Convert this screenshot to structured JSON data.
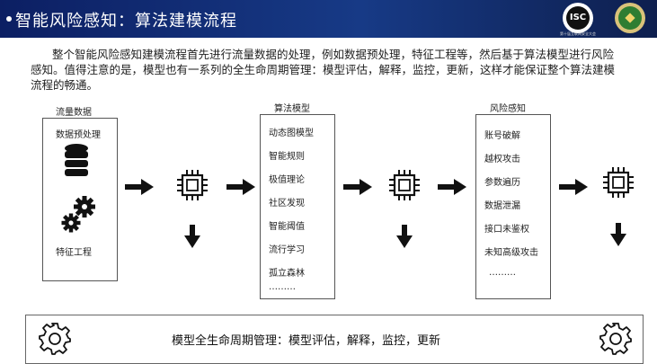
{
  "header": {
    "title": "智能风险感知：算法建模流程",
    "logo_isc_label": "ISC",
    "logo_isc_caption": "第十届互联网安全大会"
  },
  "description": "整个智能风险感知建模流程首先进行流量数据的处理，例如数据预处理，特征工程等，然后基于算法模型进行风险感知。值得注意的是，模型也有一系列的全生命周期管理：模型评估，解释，监控，更新，这样才能保证整个算法建模流程的畅通。",
  "traffic_data": {
    "title": "流量数据",
    "items": [
      "数据预处理",
      "特征工程"
    ]
  },
  "algorithm_model": {
    "title": "算法模型",
    "items": [
      "动态图模型",
      "智能规则",
      "极值理论",
      "社区发现",
      "智能阈值",
      "流行学习",
      "孤立森林",
      "………"
    ]
  },
  "risk_perception": {
    "title": "风险感知",
    "items": [
      "账号破解",
      "越权攻击",
      "参数遍历",
      "数据泄漏",
      "接口未鉴权",
      "未知高级攻击",
      "………"
    ]
  },
  "lifecycle": {
    "text": "模型全生命周期管理：模型评估，解释，监控，更新"
  },
  "colors": {
    "header_bg": "#0c1f63",
    "header_text": "#ffffff",
    "box_border": "#555555",
    "icon": "#111111"
  }
}
